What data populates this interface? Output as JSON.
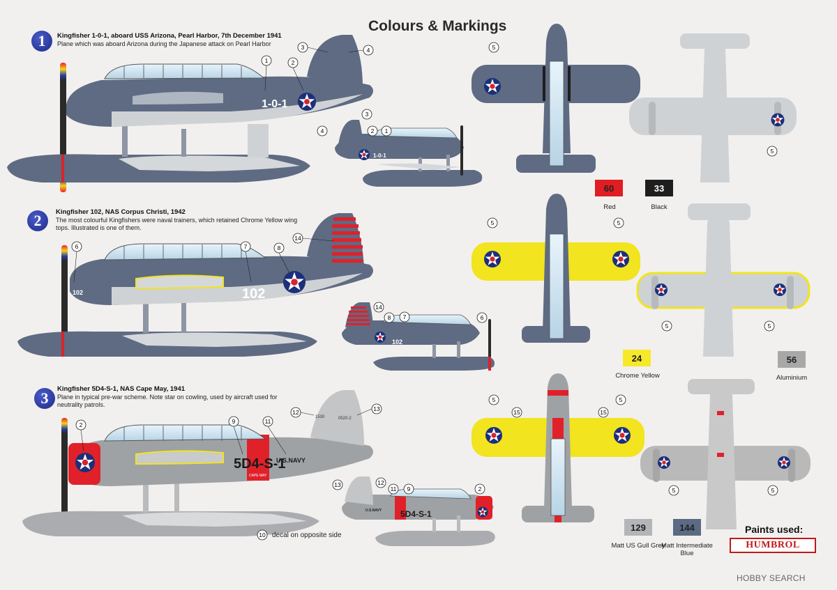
{
  "title": "Colours & Markings",
  "schemes": [
    {
      "number": "1",
      "heading": "Kingfisher 1-0-1, aboard USS Arizona, Pearl Harbor, 7th December 1941",
      "description": "Plane which was aboard Arizona during the Japanese attack on Pearl Harbor",
      "side_code": "1-0-1",
      "callouts_large": [
        "1",
        "2",
        "3",
        "4"
      ],
      "callouts_small": [
        "1",
        "2",
        "3",
        "4"
      ],
      "plan_callouts": [
        "5",
        "5"
      ]
    },
    {
      "number": "2",
      "heading": "Kingfisher 102, NAS Corpus Christi, 1942",
      "description": "The most colourful Kingfishers were naval trainers, which retained Chrome Yellow wing tops. Illustrated is one of them.",
      "side_code": "102",
      "callouts_large": [
        "6",
        "7",
        "8",
        "14"
      ],
      "callouts_small": [
        "14",
        "8",
        "7",
        "6"
      ],
      "plan_callouts": [
        "5",
        "5",
        "5",
        "5"
      ]
    },
    {
      "number": "3",
      "heading": "Kingfisher 5D4-S-1, NAS Cape May, 1941",
      "description": "Plane in typical pre-war scheme. Note star on cowling, used by aircraft used for neutrality patrols.",
      "side_code": "5D4-S-1",
      "fuselage_text": "U.S.NAVY",
      "cape_may": "CAPE MAY",
      "tail_serial": "0520-2",
      "tail_small": "1530",
      "callouts_large": [
        "2",
        "9",
        "11",
        "12",
        "13"
      ],
      "callouts_small": [
        "13",
        "12",
        "11",
        "9",
        "2"
      ],
      "plan_callouts": [
        "5",
        "15",
        "15",
        "5",
        "5",
        "5"
      ],
      "decal_note_number": "10",
      "decal_note": "decal on opposite side"
    }
  ],
  "paints": [
    {
      "code": "60",
      "label": "Red",
      "color": "#e01d22",
      "text_color": "#222222"
    },
    {
      "code": "33",
      "label": "Black",
      "color": "#1e1e1e",
      "text_color": "#ffffff"
    },
    {
      "code": "24",
      "label": "Chrome Yellow",
      "color": "#f6e92a",
      "text_color": "#222222"
    },
    {
      "code": "56",
      "label": "Aluminium",
      "color": "#a8a8a8",
      "text_color": "#222222"
    },
    {
      "code": "129",
      "label": "Matt US Gull Grey",
      "color": "#b3b5b8",
      "text_color": "#222222"
    },
    {
      "code": "144",
      "label": "Matt Intermediate Blue",
      "color": "#5b6b84",
      "text_color": "#222222"
    }
  ],
  "paints_used_label": "Paints used:",
  "brand": "HUMBROL",
  "watermark": "HOBBY SEARCH",
  "colors": {
    "blue_grey": "#5e6b83",
    "light_grey": "#cfd2d5",
    "aluminium": "#b9b9b9",
    "gull_grey": "#9fa2a5",
    "yellow": "#f2e41e",
    "red": "#d9232a",
    "badge": "#2433a0",
    "roundel_blue": "#1c2f7a"
  }
}
